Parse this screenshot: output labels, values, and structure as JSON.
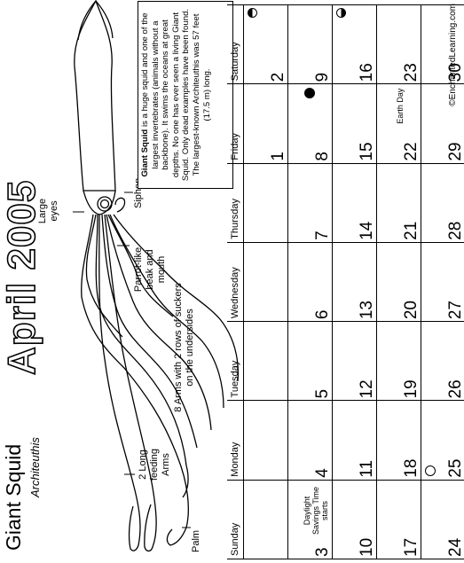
{
  "header": {
    "title": "Giant Squid",
    "subtitle": "Architeuthis",
    "month": "April 2005",
    "copyright": "©EnchantedLearning.com"
  },
  "info": {
    "bold": "Giant Squid",
    "text": " is a huge squid and one of the largest invertebrates (animals without a backbone). It swims the oceans at great depths. No one has ever seen a living Giant Squid. Only dead examples have been found. The largest-known Architeuthis was 57 feet (17.5 m) long."
  },
  "labels": {
    "eyes": "Large eyes",
    "siphon": "Siphon",
    "beak": "Parrot-like beak and mouth",
    "arms": "8 Arms with 2 rows of suckers on the undersides",
    "feeding": "2 Long feeding Arms",
    "palm": "Palm"
  },
  "calendar": {
    "days": [
      "Sunday",
      "Monday",
      "Tuesday",
      "Wednesday",
      "Thursday",
      "Friday",
      "Saturday"
    ],
    "weeks": [
      [
        "",
        "",
        "",
        "",
        "",
        "1",
        "2"
      ],
      [
        "3",
        "4",
        "5",
        "6",
        "7",
        "8",
        "9"
      ],
      [
        "10",
        "11",
        "12",
        "13",
        "14",
        "15",
        "16"
      ],
      [
        "17",
        "18",
        "19",
        "20",
        "21",
        "22",
        "23"
      ],
      [
        "24",
        "25",
        "26",
        "27",
        "28",
        "29",
        "30"
      ]
    ],
    "notes": {
      "dst": "Daylight Savings Time starts",
      "earth": "Earth Day"
    }
  }
}
